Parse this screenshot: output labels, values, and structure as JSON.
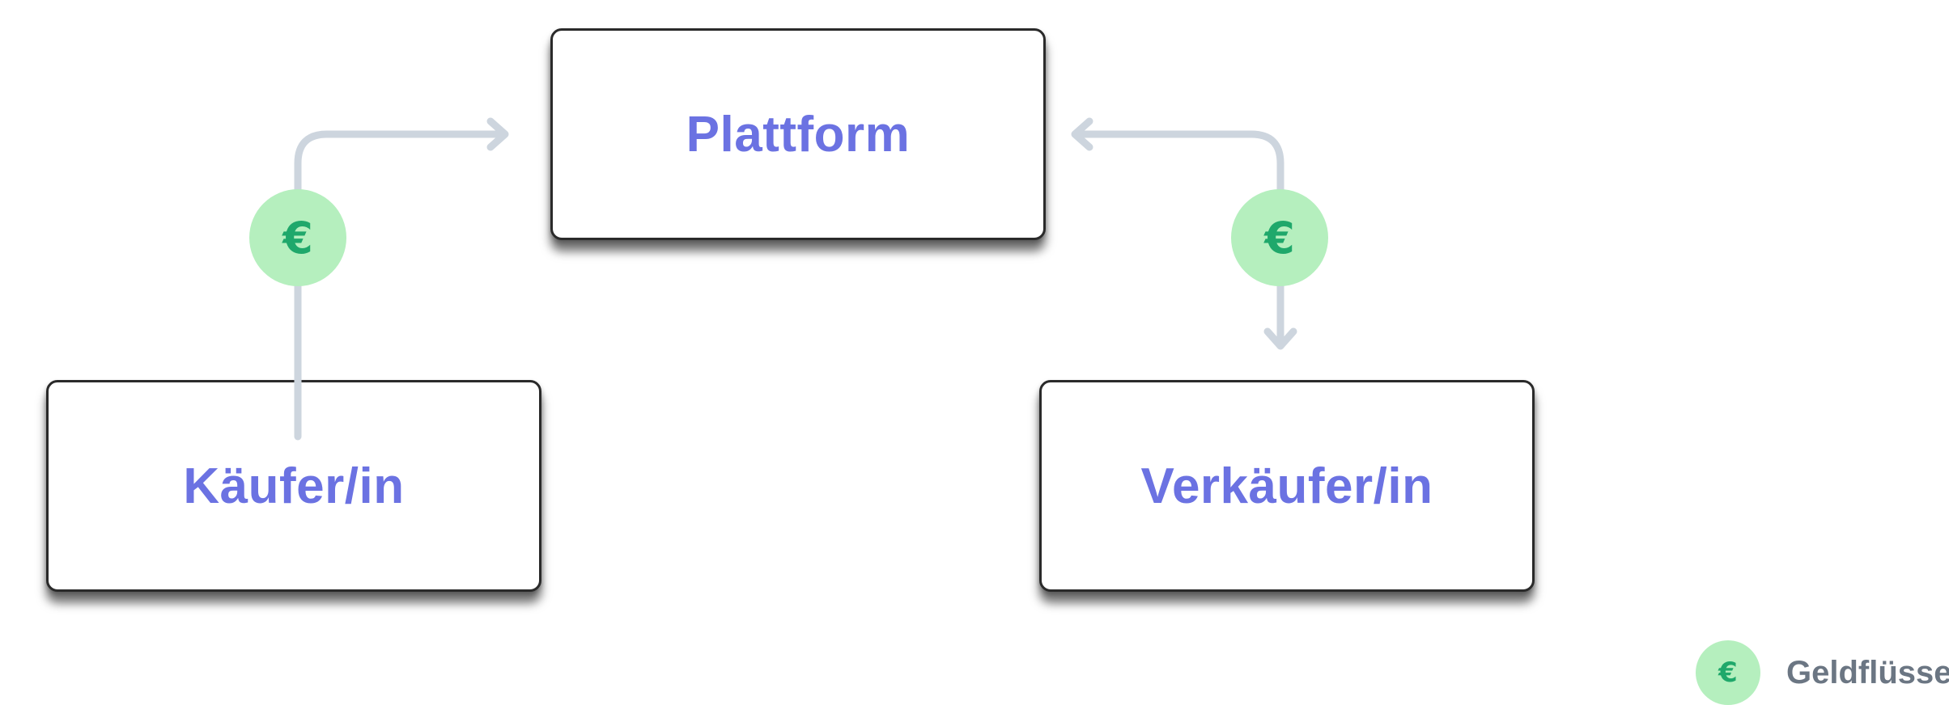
{
  "nodes": {
    "platform": "Plattform",
    "buyer": "Käufer/in",
    "seller": "Verkäufer/in"
  },
  "flows": [
    {
      "from": "buyer",
      "to": "platform",
      "symbol": "€"
    },
    {
      "from": "platform",
      "to": "seller",
      "symbol": "€"
    }
  ],
  "legend": {
    "symbol": "€",
    "label": "Geldflüsse"
  },
  "colors": {
    "node_text": "#6b72e2",
    "connector": "#cdd5de",
    "badge_fill": "#b5efbe",
    "badge_symbol": "#1fa86b",
    "legend_text": "#6b7683"
  }
}
